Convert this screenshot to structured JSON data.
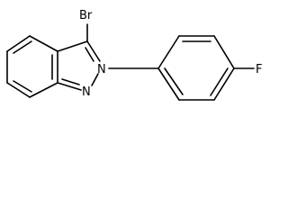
{
  "molecule": {
    "atoms": {
      "bromine": "Br",
      "nitrogen_2": "N",
      "nitrogen_1": "N",
      "fluorine": "F"
    }
  }
}
